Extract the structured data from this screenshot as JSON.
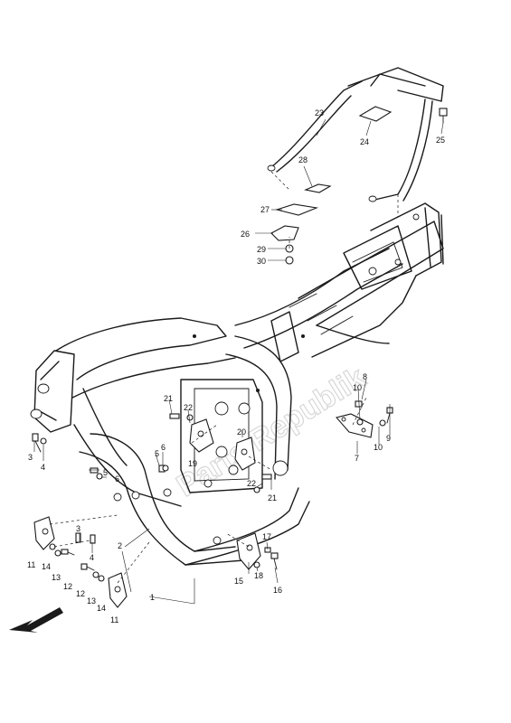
{
  "watermark": "Parts Republik",
  "parts": [
    {
      "id": "p1",
      "num": "1"
    },
    {
      "id": "p2",
      "num": "2"
    },
    {
      "id": "p3a",
      "num": "3"
    },
    {
      "id": "p3b",
      "num": "3"
    },
    {
      "id": "p4a",
      "num": "4"
    },
    {
      "id": "p4b",
      "num": "4"
    },
    {
      "id": "p5a",
      "num": "5"
    },
    {
      "id": "p5b",
      "num": "5"
    },
    {
      "id": "p6a",
      "num": "6"
    },
    {
      "id": "p6b",
      "num": "6"
    },
    {
      "id": "p7",
      "num": "7"
    },
    {
      "id": "p8",
      "num": "8"
    },
    {
      "id": "p9",
      "num": "9"
    },
    {
      "id": "p10a",
      "num": "10"
    },
    {
      "id": "p10b",
      "num": "10"
    },
    {
      "id": "p11a",
      "num": "11"
    },
    {
      "id": "p11b",
      "num": "11"
    },
    {
      "id": "p12a",
      "num": "12"
    },
    {
      "id": "p12b",
      "num": "12"
    },
    {
      "id": "p13a",
      "num": "13"
    },
    {
      "id": "p13b",
      "num": "13"
    },
    {
      "id": "p14a",
      "num": "14"
    },
    {
      "id": "p14b",
      "num": "14"
    },
    {
      "id": "p15",
      "num": "15"
    },
    {
      "id": "p16",
      "num": "16"
    },
    {
      "id": "p17",
      "num": "17"
    },
    {
      "id": "p18",
      "num": "18"
    },
    {
      "id": "p19",
      "num": "19"
    },
    {
      "id": "p20",
      "num": "20"
    },
    {
      "id": "p21a",
      "num": "21"
    },
    {
      "id": "p21b",
      "num": "21"
    },
    {
      "id": "p22a",
      "num": "22"
    },
    {
      "id": "p22b",
      "num": "22"
    },
    {
      "id": "p23",
      "num": "23"
    },
    {
      "id": "p24",
      "num": "24"
    },
    {
      "id": "p25",
      "num": "25"
    },
    {
      "id": "p26",
      "num": "26"
    },
    {
      "id": "p27",
      "num": "27"
    },
    {
      "id": "p28",
      "num": "28"
    },
    {
      "id": "p29",
      "num": "29"
    },
    {
      "id": "p30",
      "num": "30"
    }
  ],
  "icons": {
    "direction_arrow": "front-direction-arrow-icon"
  }
}
